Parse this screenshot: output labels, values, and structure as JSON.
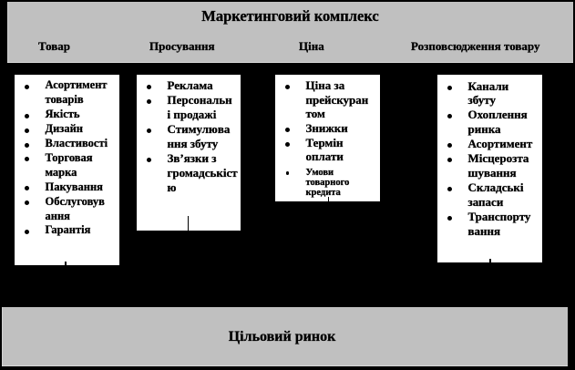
{
  "diagram": {
    "title": "Маркетинговий комплекс",
    "target_market": "Цільовий ринок",
    "columns": [
      {
        "header": "Товар",
        "items": [
          {
            "text": "Асортимент\nтоварів"
          },
          {
            "text": "Якість"
          },
          {
            "text": "Дизайн"
          },
          {
            "text": "Властивості"
          },
          {
            "text": "Торговая\nмарка"
          },
          {
            "text": "Пакування"
          },
          {
            "text": "Обслуговув\nання"
          },
          {
            "text": "Гарантія"
          }
        ]
      },
      {
        "header": "Просування",
        "items": [
          {
            "text": "Реклама"
          },
          {
            "text": "Персональн\nі продажі"
          },
          {
            "text": "Стимулюва\nння збуту"
          },
          {
            "text": "Зв’язки з\nгромадськіст\nю"
          }
        ]
      },
      {
        "header": "Ціна",
        "items": [
          {
            "text": "Ціна за\nпрейскуран\nтом"
          },
          {
            "text": "Знижки"
          },
          {
            "text": "Термін\nоплати"
          },
          {
            "text": "Умови\nтоварного\nкредита",
            "small": true
          }
        ]
      },
      {
        "header": "Розповсюдження товару",
        "items": [
          {
            "text": "Канали\nзбуту"
          },
          {
            "text": "Охоплення\nринка"
          },
          {
            "text": "Асортимент"
          },
          {
            "text": "Місцерозта\nшування"
          },
          {
            "text": "Складські\nзапаси"
          },
          {
            "text": "Транспорту\nвання"
          }
        ]
      }
    ],
    "colors": {
      "background": "#000000",
      "banner": "#c0c0c0",
      "box": "#ffffff",
      "text": "#000000"
    }
  }
}
